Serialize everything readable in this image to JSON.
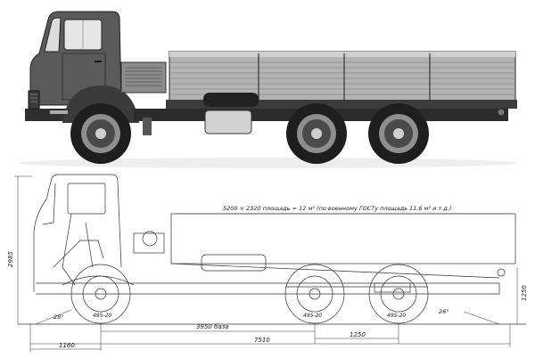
{
  "drawing": {
    "platform_dimension": "5200 × 2320 площадь = 12 м² (по военному ГОСТу площадь 11,6 м² и т.д.)",
    "overall_height": "2985",
    "side_height": "1250",
    "wheelbase": "3950 база",
    "overall_length": "7510",
    "front_overhang": "1160",
    "rear_bogie_base": "1250",
    "approach_angle": "28°",
    "departure_angle": "26°",
    "tire_front": "495-20",
    "tire_mid": "495-20",
    "tire_rear": "495-20"
  },
  "colors": {
    "photo_dark": "#2b2b2b",
    "photo_mid": "#6e6e6e",
    "photo_light": "#b9b9b9",
    "line": "#333333"
  }
}
